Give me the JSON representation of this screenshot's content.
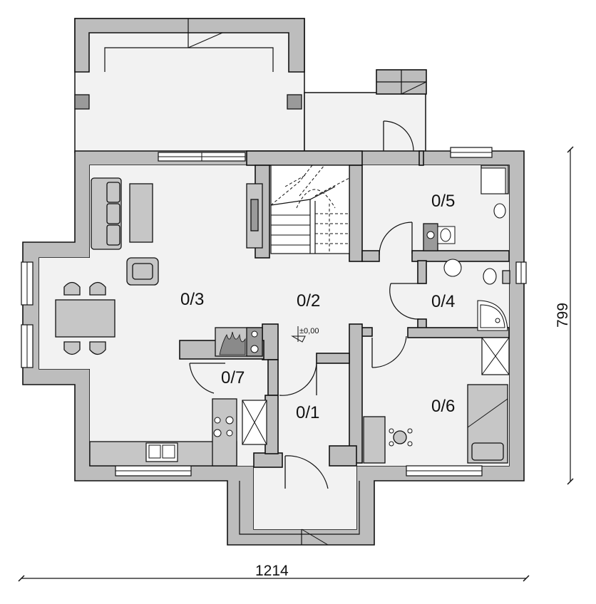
{
  "rooms": {
    "r01": "0/1",
    "r02": "0/2",
    "r03": "0/3",
    "r04": "0/4",
    "r05": "0/5",
    "r06": "0/6",
    "r07": "0/7"
  },
  "level_mark": "±0,00",
  "dimensions": {
    "width": "1214",
    "height": "799"
  },
  "colors": {
    "wall": "#bdbdbd",
    "floor": "#f2f2f2",
    "line": "#111111"
  }
}
